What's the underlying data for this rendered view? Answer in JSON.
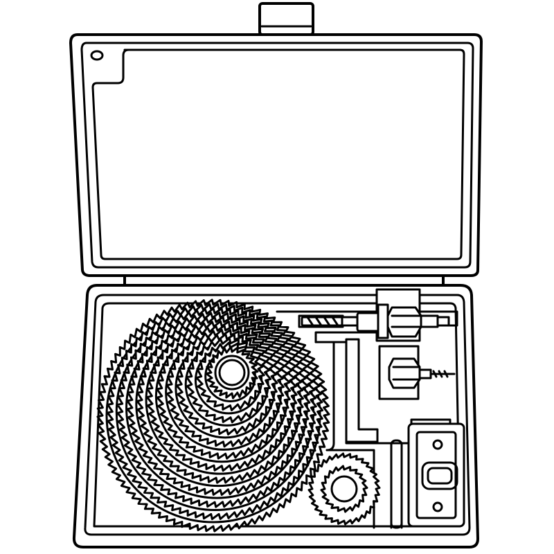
{
  "illustration": {
    "subject": "hole-saw-kit-case",
    "stroke_color": "#000000",
    "fill_color": "#ffffff",
    "saw_blade_count": 12,
    "small_saw_count": 2,
    "arbor_count": 2
  }
}
